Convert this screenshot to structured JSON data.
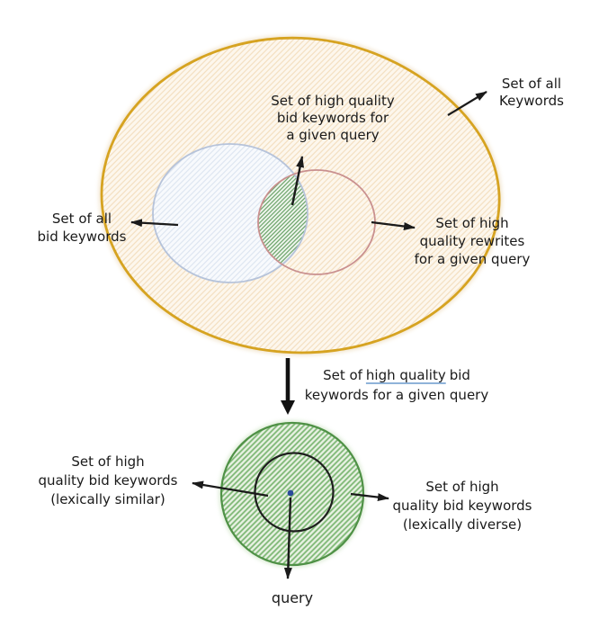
{
  "top_diagram": {
    "label_all_keywords": {
      "lines": [
        "Set of all",
        "Keywords"
      ]
    },
    "label_hq_bid_keywords": {
      "lines": [
        "Set of high quality",
        "bid keywords for",
        "a given query"
      ]
    },
    "label_all_bid_keywords": {
      "lines": [
        "Set of all",
        "bid keywords"
      ]
    },
    "label_hq_rewrites": {
      "lines": [
        "Set of high",
        "quality rewrites",
        "for a given query"
      ]
    },
    "colors": {
      "outer_ellipse_stroke": "#d6a321",
      "outer_ellipse_hatch": "#f2dcba",
      "outer_ellipse_bg": "#fdf7ed",
      "bid_ellipse_stroke": "#b6c3da",
      "bid_ellipse_hatch": "#d9e2ef",
      "bid_ellipse_bg": "#f8fafd",
      "rewrites_ellipse_stroke": "#c9908f",
      "intersection_hatch": "#649f62",
      "intersection_bg": "#f0f6ee"
    }
  },
  "transition": {
    "caption_prefix": "Set of",
    "caption_underlined": "high quality",
    "caption_suffix": "bid",
    "caption_line2": "keywords for a given query",
    "underline_color": "#8fb3d9"
  },
  "bottom_diagram": {
    "label_lexically_similar": {
      "lines": [
        "Set of high",
        "quality bid keywords",
        "(lexically similar)"
      ]
    },
    "label_lexically_diverse": {
      "lines": [
        "Set of high",
        "quality bid keywords",
        "(lexically diverse)"
      ]
    },
    "label_query": "query",
    "colors": {
      "outer_circle_stroke": "#4f9146",
      "outer_circle_hatch": "#7fb876",
      "outer_circle_bg": "#e9f2e4",
      "inner_circle_stroke": "#1d1d1d",
      "query_dot_fill": "#2b4b9b",
      "query_dot_stroke": "#16224e"
    }
  }
}
